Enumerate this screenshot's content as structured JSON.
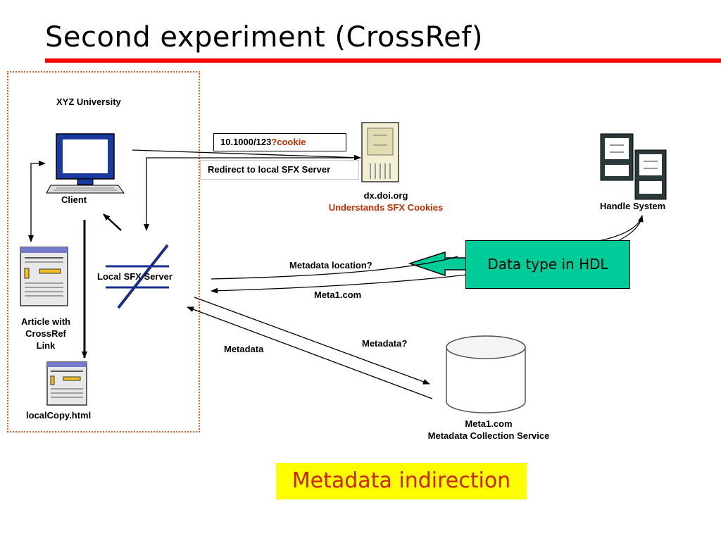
{
  "title": "Second experiment (CrossRef)",
  "org_label": "XYZ University",
  "client_label": "Client",
  "sfx_label": "Local SFX Server",
  "article_label": [
    "Article with",
    "CrossRef",
    "Link"
  ],
  "localcopy_label": "localCopy.html",
  "doi": {
    "prefix": "10.1000/123",
    "suffix": "?cookie",
    "redirect_text": "Redirect to local SFX Server",
    "server_name": "dx.doi.org",
    "server_note": "Understands SFX Cookies"
  },
  "handle_label": "Handle System",
  "hdl_box_text": "Data type in HDL",
  "metadata_location": "Metadata location?",
  "meta1_response": "Meta1.com",
  "metadata_query": "Metadata?",
  "metadata_response": "Metadata",
  "meta1_server": [
    "Meta1.com",
    "Metadata Collection Service"
  ],
  "footer_note": "Metadata indirection",
  "colors": {
    "title_rule": "#ff0000",
    "org_border": "#d9602a",
    "hdl_box": "#00cc99",
    "highlight": "#ffff00",
    "note_text": "#c03000",
    "sfx_icon": "#1a2e8a"
  }
}
